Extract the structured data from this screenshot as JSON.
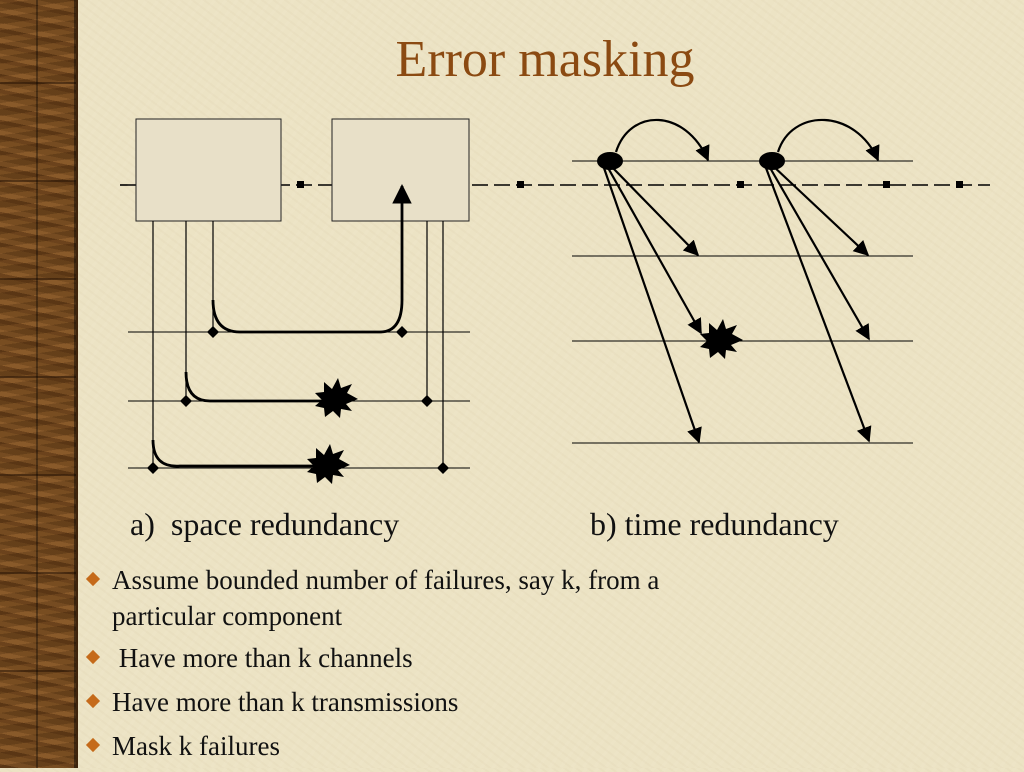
{
  "slide": {
    "title": "Error masking",
    "caption_a": "a)  space redundancy",
    "caption_b": "b) time redundancy",
    "bullets": [
      "Assume bounded number of failures, say k, from a\nparticular component",
      " Have more than k channels",
      "Have more than k transmissions",
      "Mask k failures"
    ]
  },
  "colors": {
    "title": "#8b4a12",
    "bullet": "#c56a1a",
    "background": "#ece3c4",
    "box_fill": "#e8e0c8",
    "line": "#000000"
  },
  "icons": [
    "diamond-bullet-icon",
    "burst-failure-icon",
    "arrow-icon"
  ]
}
